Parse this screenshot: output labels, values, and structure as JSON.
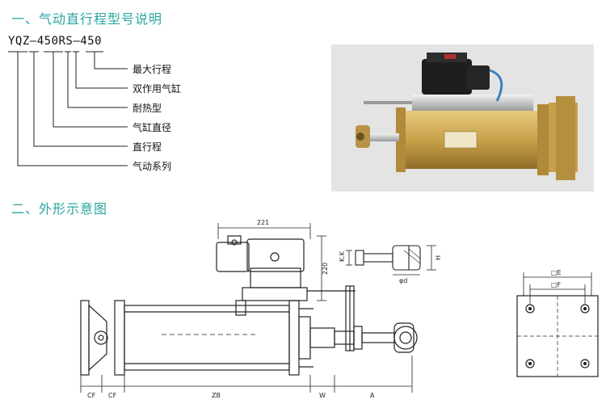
{
  "section1": {
    "title": "一、气动直行程型号说明"
  },
  "model_code": "YQZ–450RS–450",
  "model_parts": [
    "最大行程",
    "双作用气缸",
    "耐热型",
    "气缸直径",
    "直行程",
    "气动系列"
  ],
  "section2": {
    "title": "二、外形示意图"
  },
  "drawing": {
    "dim_top": "221",
    "dim_height": "220",
    "dim_zb": "ZB",
    "dim_w": "W",
    "dim_a": "A",
    "dim_cf_left": "CF",
    "dim_cf_right": "CF",
    "rod_kk": "K.K",
    "rod_h": "H",
    "rod_d": "φd",
    "flange_e": "□E",
    "flange_f": "□F"
  },
  "colors": {
    "heading": "#2aa6a0",
    "actuator_body": "#c9a24a",
    "photo_bg": "#e4e4e4"
  }
}
